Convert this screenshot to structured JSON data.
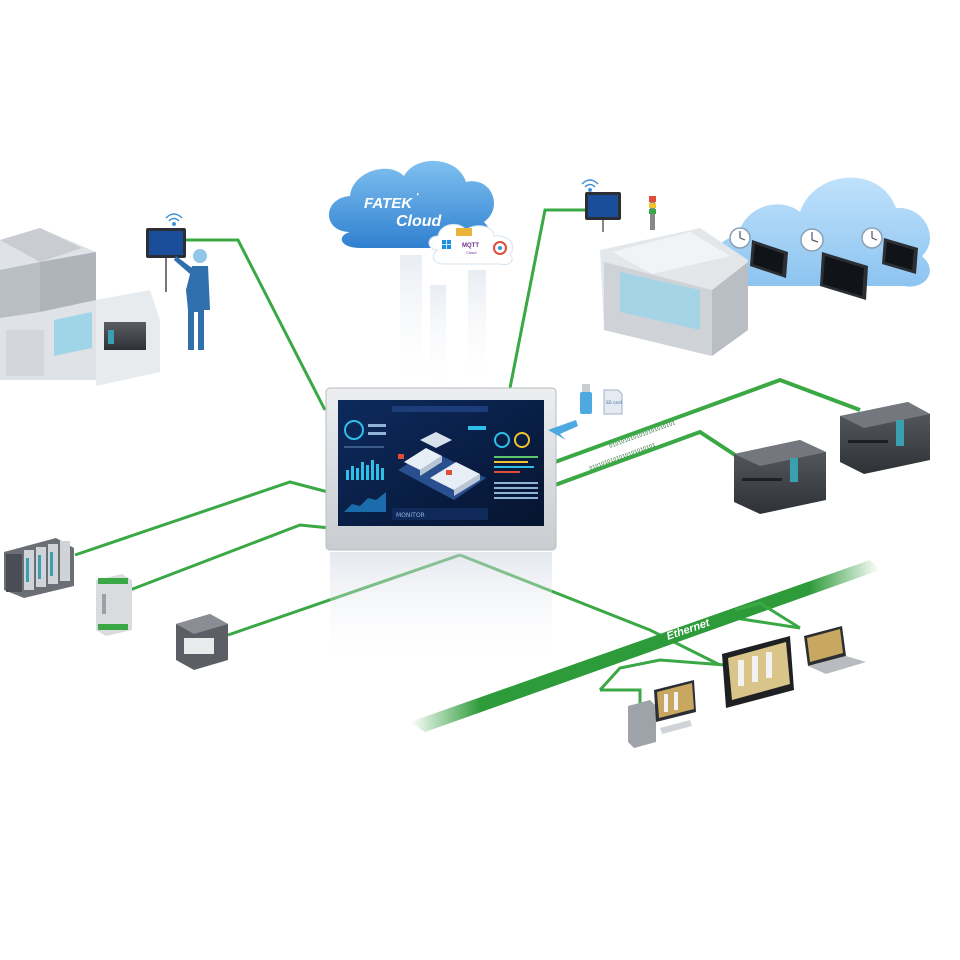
{
  "cloud": {
    "brand": "FATEK",
    "brand_mark": "'",
    "word": "Cloud",
    "badge_mqtt": "MQTT",
    "badge_cloud": "Cloud"
  },
  "storage": {
    "sd_label": "SD card"
  },
  "network": {
    "ethernet_label": "Ethernet",
    "bus_bits": "0101010101010101010101"
  },
  "hmi": {
    "status_bar": "MONITOR"
  },
  "colors": {
    "link_green": "#3aa845",
    "ethernet_green": "#2e9b3a",
    "cloud_blue": "#3d8fd6",
    "bezel": "#d9dbde",
    "screen_dark": "#0a1e44"
  }
}
